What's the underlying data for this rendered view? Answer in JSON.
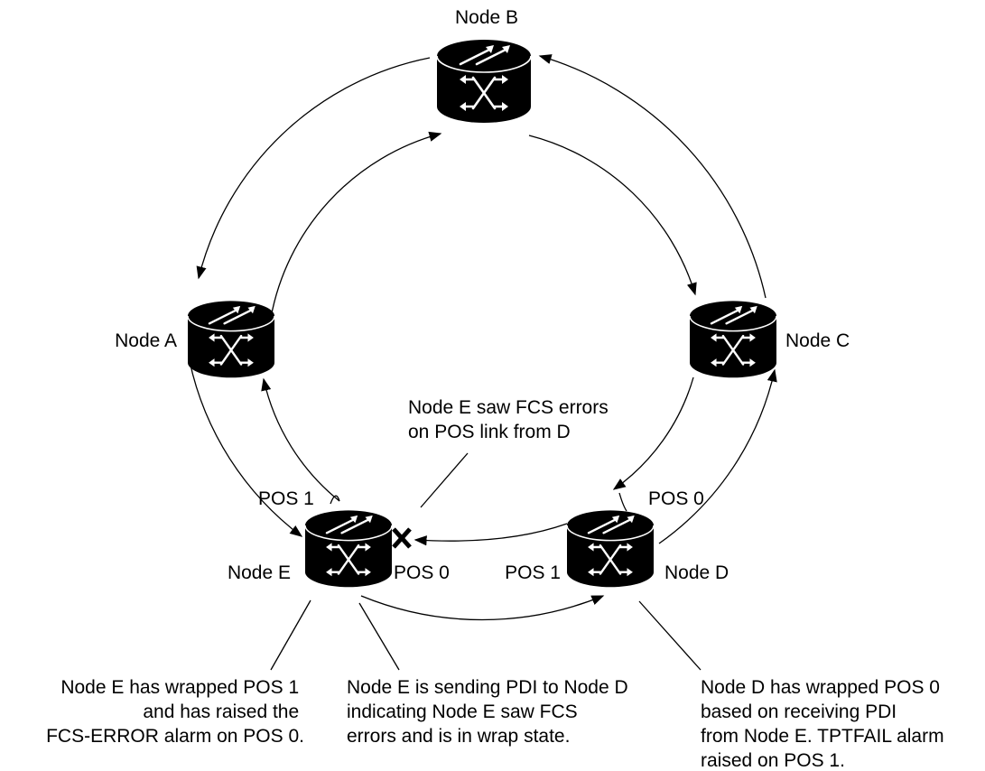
{
  "nodes": {
    "b": {
      "label": "Node B"
    },
    "a": {
      "label": "Node A"
    },
    "c": {
      "label": "Node C"
    },
    "e": {
      "label": "Node E"
    },
    "d": {
      "label": "Node D"
    }
  },
  "ports": {
    "e_pos1": "POS 1",
    "e_pos0": "POS 0",
    "d_pos0": "POS 0",
    "d_pos1": "POS 1"
  },
  "callouts": {
    "fcs_note": [
      "Node E saw FCS errors",
      "on POS link from D"
    ],
    "node_e_wrapped": [
      "Node E has wrapped POS 1",
      "and has raised the",
      "FCS-ERROR alarm on POS 0."
    ],
    "node_e_pdi": [
      "Node E is sending PDI to Node D",
      "indicating Node E saw FCS",
      "errors and is in wrap state."
    ],
    "node_d_wrapped": [
      "Node D has wrapped POS 0",
      "based on receiving PDI",
      "from Node E. TPTFAIL alarm",
      "raised on POS 1."
    ]
  },
  "icons": {
    "router": "router-icon",
    "failure": "x-mark-icon"
  }
}
